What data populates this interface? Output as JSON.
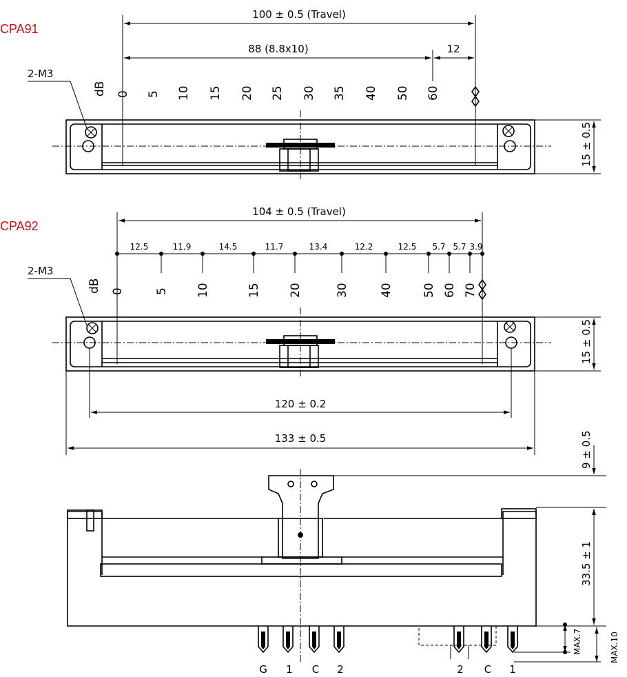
{
  "models": {
    "cpa91": "CPA91",
    "cpa92": "CPA92"
  },
  "cpa91": {
    "travel": "100 ± 0.5  (Travel)",
    "span": "88  (8.8x10)",
    "end": "12",
    "mount": "2-M3",
    "unit": "dB",
    "height": "15 ± 0.5",
    "scale": [
      "0",
      "5",
      "10",
      "15",
      "20",
      "25",
      "30",
      "35",
      "40",
      "50",
      "60"
    ]
  },
  "cpa92": {
    "travel": "104 ± 0.5  (Travel)",
    "mount": "2-M3",
    "unit": "dB",
    "height": "15 ± 0.5",
    "spacing": [
      "12.5",
      "11.9",
      "14.5",
      "11.7",
      "13.4",
      "12.2",
      "12.5",
      "5.7",
      "5.7",
      "3.9"
    ],
    "scale": [
      "0",
      "5",
      "10",
      "15",
      "20",
      "30",
      "40",
      "50",
      "60",
      "70"
    ],
    "hole_pitch": "120 ± 0.2",
    "overall_length": "133 ± 0.5"
  },
  "side_view": {
    "knob_height": "9 ± 0.5",
    "body_height": "33.5 ± 1",
    "pin_max_7": "MAX.7",
    "pin_max_10": "MAX.10",
    "pins_left": [
      "G",
      "1",
      "C",
      "2"
    ],
    "pins_right": [
      "2",
      "C",
      "1"
    ]
  }
}
